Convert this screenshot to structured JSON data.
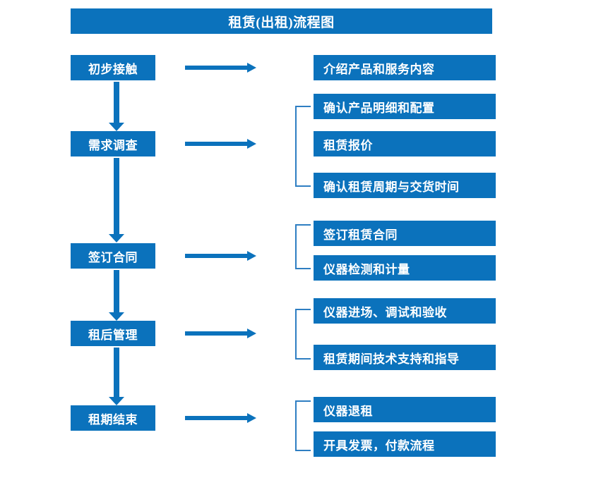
{
  "diagram": {
    "title": "租赁(出租)流程图",
    "colors": {
      "primary_blue": "#0b72bc",
      "bracket_blue": "#2e7ec2",
      "box_text": "#ffffff",
      "background": "#ffffff"
    },
    "stages": [
      {
        "id": "stage-1",
        "label": "初步接触"
      },
      {
        "id": "stage-2",
        "label": "需求调查"
      },
      {
        "id": "stage-3",
        "label": "签订合同"
      },
      {
        "id": "stage-4",
        "label": "租后管理"
      },
      {
        "id": "stage-5",
        "label": "租期结束"
      }
    ],
    "details": [
      {
        "id": "detail-1-1",
        "label": "介绍产品和服务内容"
      },
      {
        "id": "detail-2-1",
        "label": "确认产品明细和配置"
      },
      {
        "id": "detail-2-2",
        "label": "租赁报价"
      },
      {
        "id": "detail-2-3",
        "label": "确认租赁周期与交货时间"
      },
      {
        "id": "detail-3-1",
        "label": "签订租赁合同"
      },
      {
        "id": "detail-3-2",
        "label": "仪器检测和计量"
      },
      {
        "id": "detail-4-1",
        "label": "仪器进场、调试和验收"
      },
      {
        "id": "detail-4-2",
        "label": "租赁期间技术支持和指导"
      },
      {
        "id": "detail-5-1",
        "label": "仪器退租"
      },
      {
        "id": "detail-5-2",
        "label": "开具发票，付款流程"
      }
    ],
    "connectors": {
      "flow_arrows_vertical": 4,
      "branch_arrows_horizontal": 5,
      "group_brackets": 4
    }
  }
}
